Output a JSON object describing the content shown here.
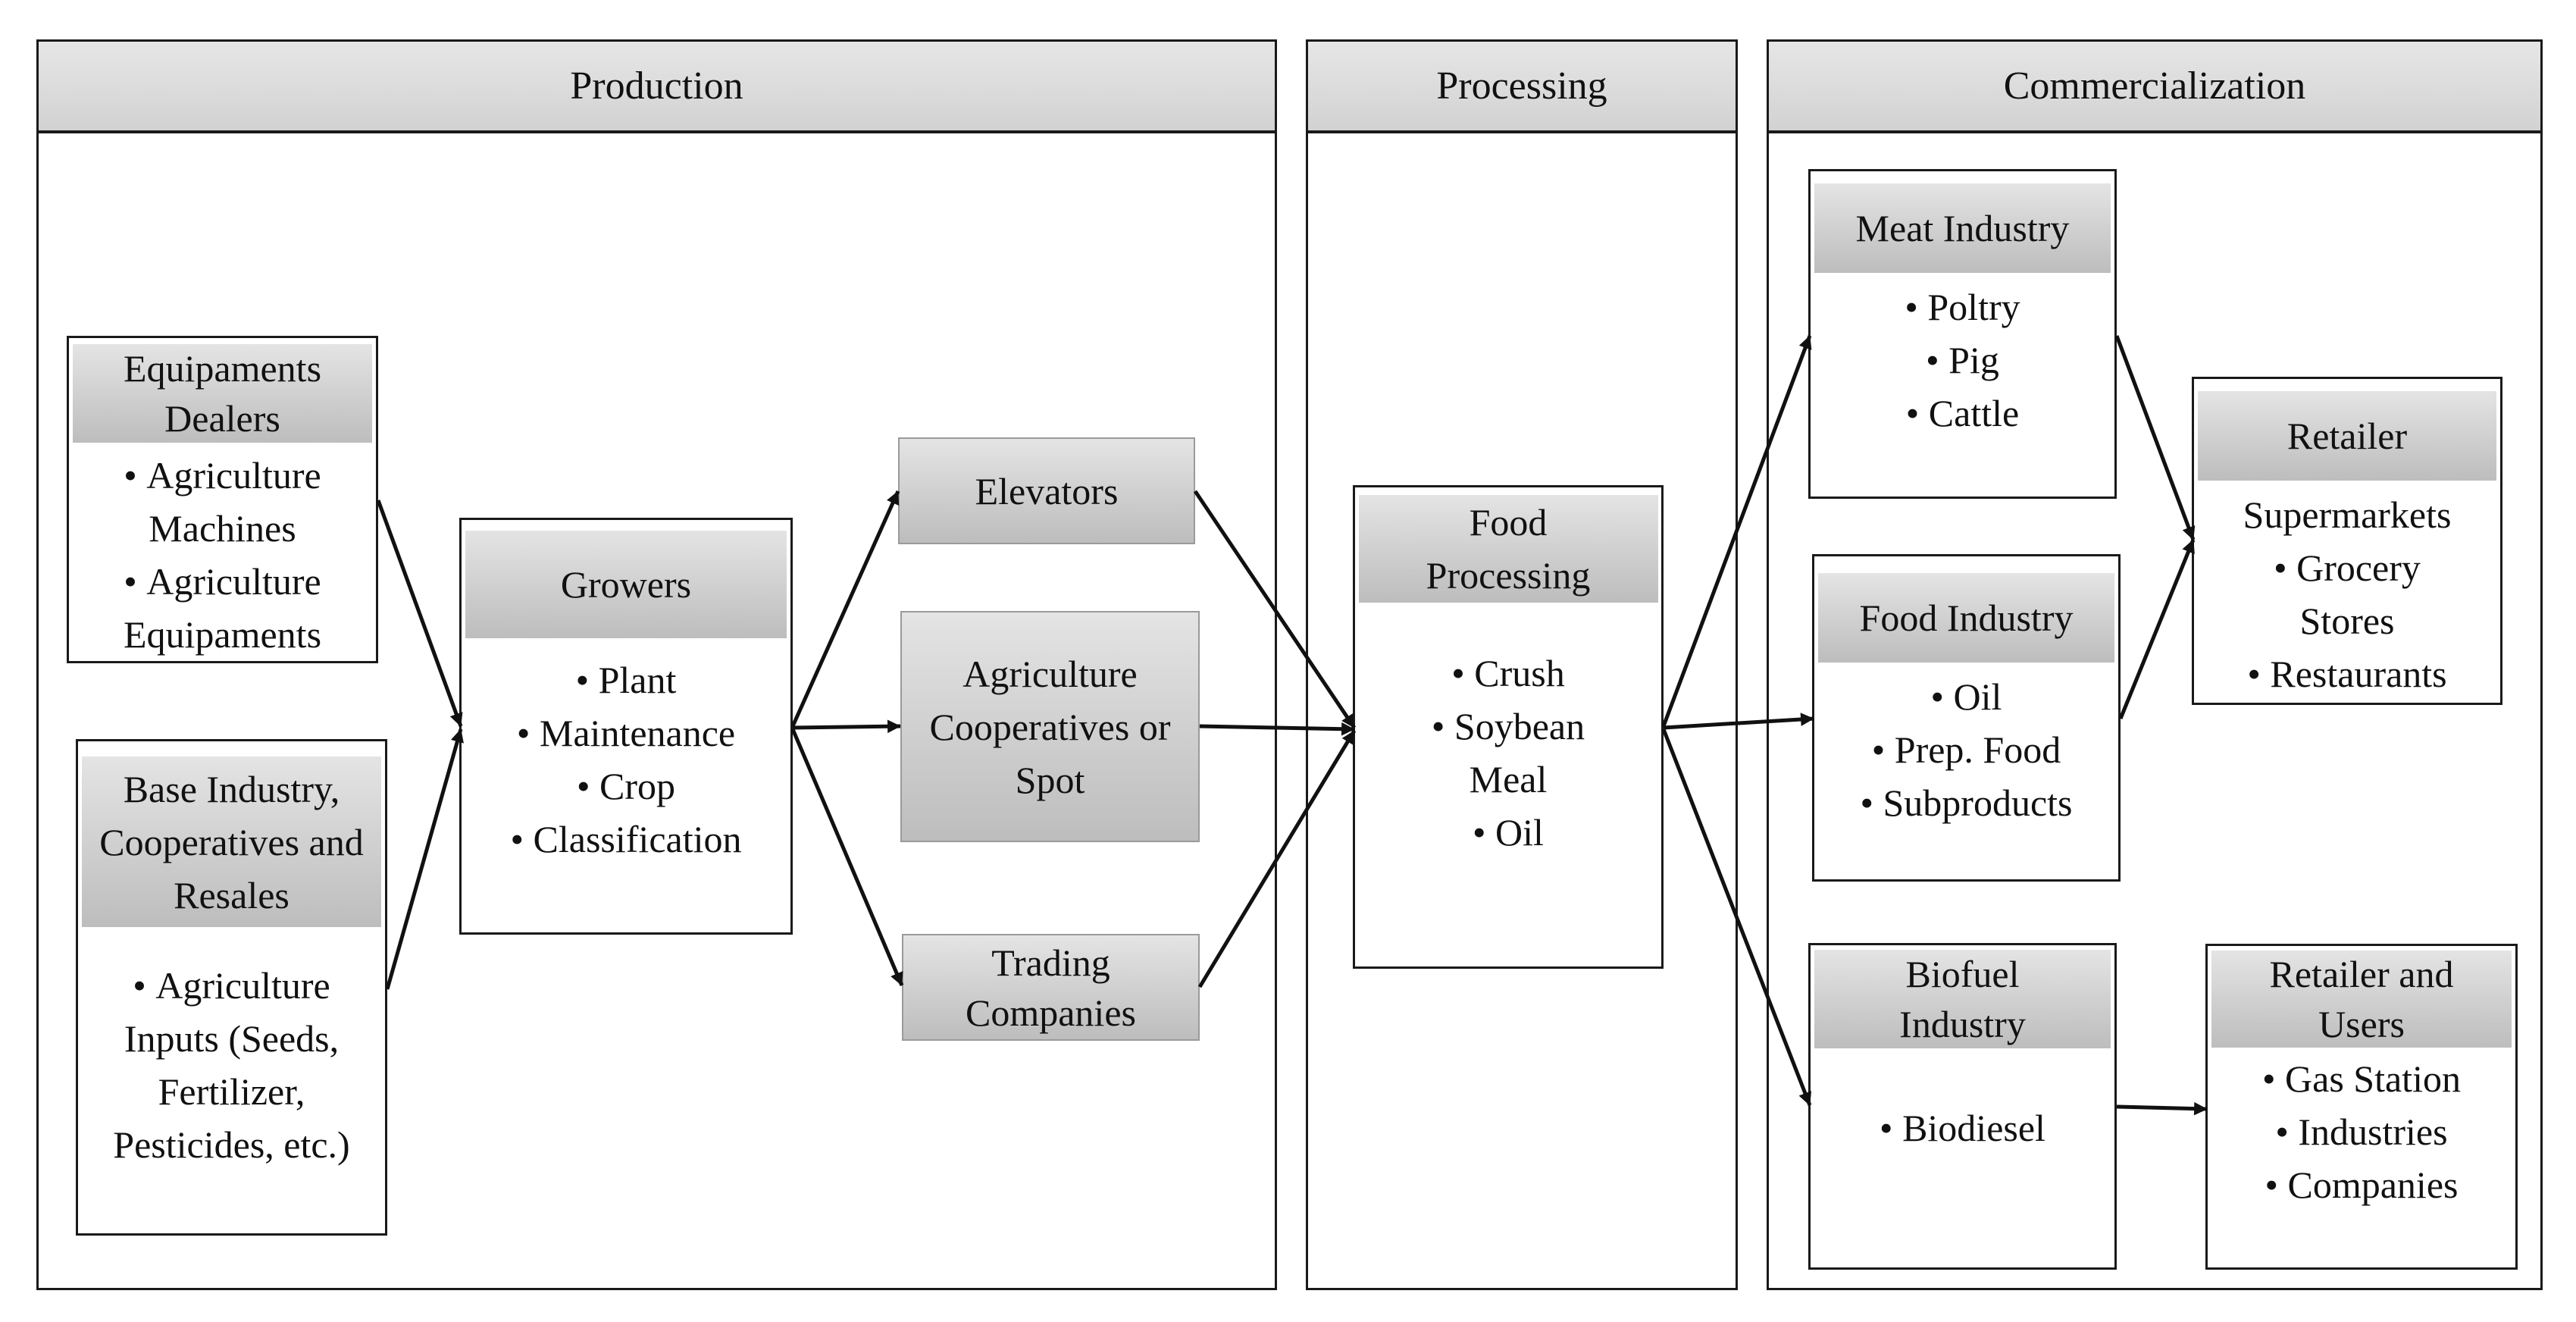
{
  "sections": {
    "production": "Production",
    "processing": "Processing",
    "commercialization": "Commercialization"
  },
  "equipaments": {
    "title": "Equipaments Dealers",
    "items": [
      "Agriculture Machines",
      "Agriculture Equipaments"
    ]
  },
  "base_industry": {
    "title": "Base Industry, Cooperatives and Resales",
    "items": [
      "Agriculture Inputs (Seeds, Fertilizer, Pesticides, etc.)"
    ]
  },
  "growers": {
    "title": "Growers",
    "items": [
      "Plant",
      "Maintenance",
      "Crop",
      "Classification"
    ]
  },
  "elevators": {
    "title": "Elevators"
  },
  "cooperatives": {
    "title": "Agriculture Cooperatives or Spot"
  },
  "trading": {
    "title": "Trading Companies"
  },
  "food_processing": {
    "title": "Food Processing",
    "items": [
      "Crush",
      "Soybean Meal",
      "Oil"
    ]
  },
  "meat_industry": {
    "title": "Meat Industry",
    "items": [
      "Poltry",
      "Pig",
      "Cattle"
    ]
  },
  "food_industry": {
    "title": "Food Industry",
    "items": [
      "Oil",
      "Prep. Food",
      "Subproducts"
    ]
  },
  "biofuel_industry": {
    "title": "Biofuel Industry",
    "items": [
      "Biodiesel"
    ]
  },
  "retailer": {
    "title": "Retailer",
    "lead": "Supermarkets",
    "items": [
      "Grocery Stores",
      "Restaurants"
    ]
  },
  "retailer_users": {
    "title": "Retailer and Users",
    "items": [
      "Gas Station",
      "Industries",
      "Companies"
    ]
  }
}
